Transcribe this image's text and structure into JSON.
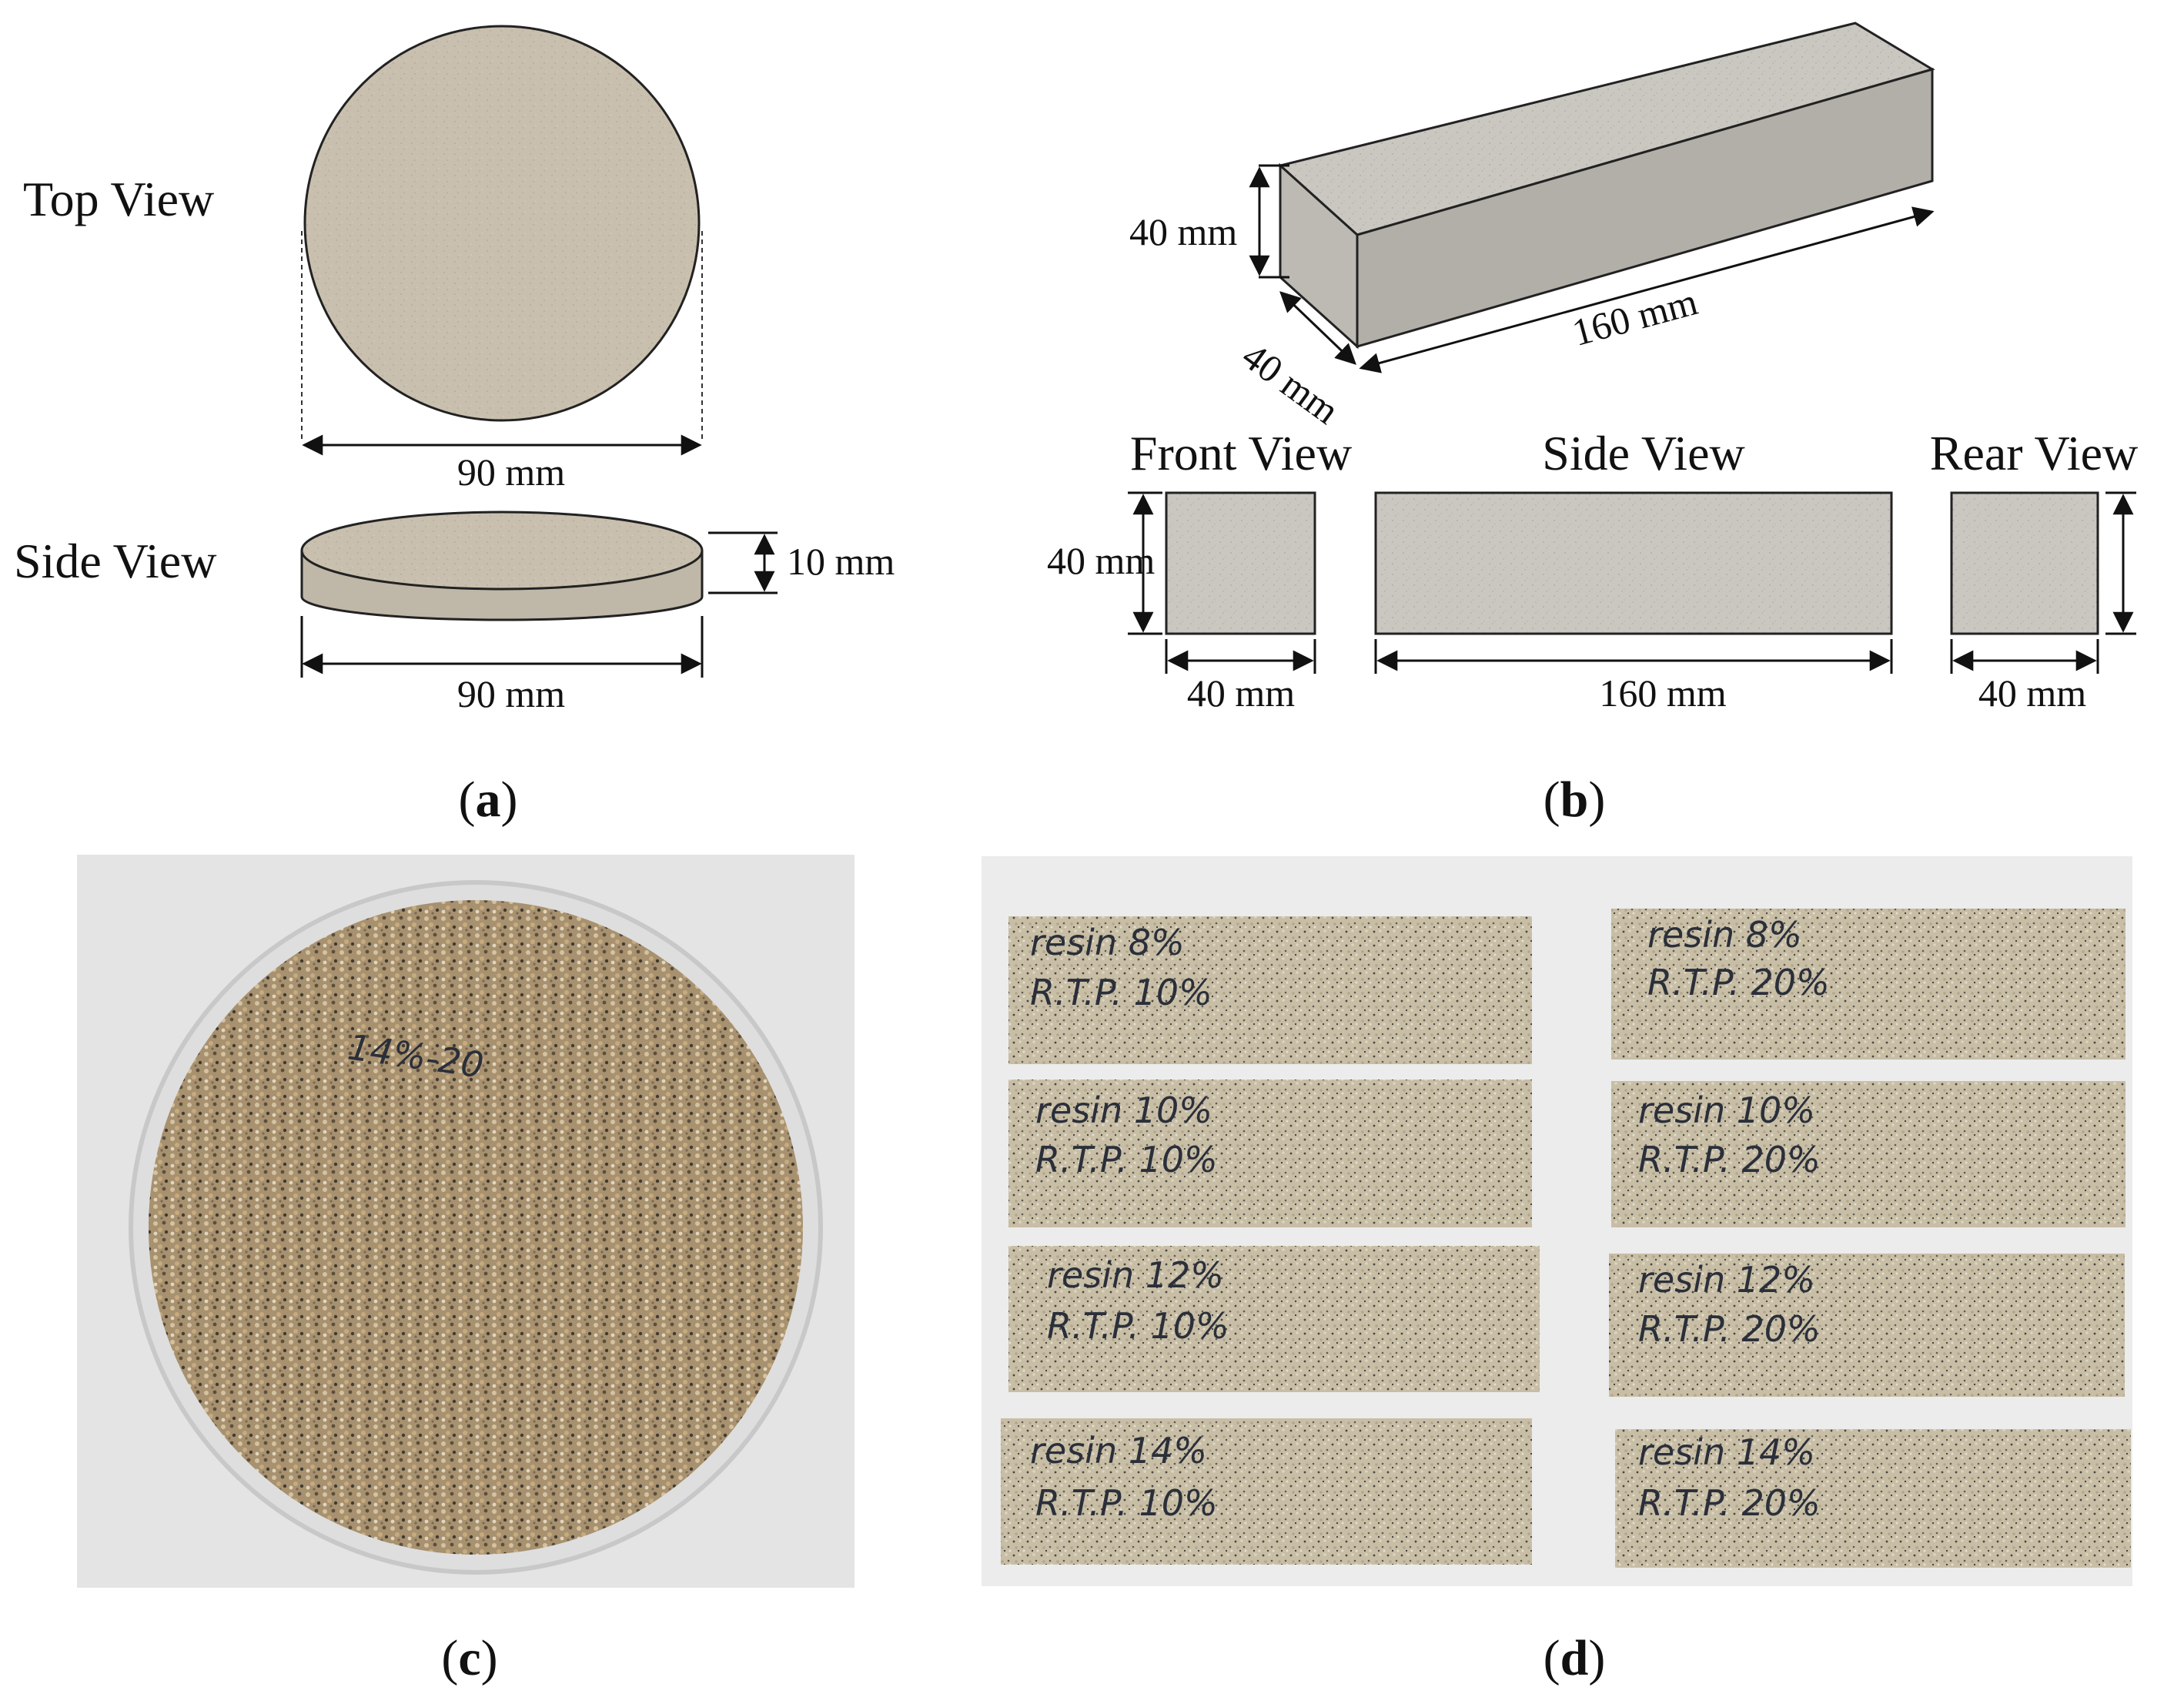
{
  "panel_a": {
    "top_view_label": "Top View",
    "side_view_label": "Side View",
    "diameter_top": "90 mm",
    "diameter_side": "90 mm",
    "thickness": "10 mm",
    "caption_open": "(",
    "caption_letter": "a",
    "caption_close": ")"
  },
  "panel_b": {
    "height_3d": "40 mm",
    "width_3d": "40 mm",
    "length_3d": "160 mm",
    "front_view_label": "Front View",
    "side_view_label": "Side View",
    "rear_view_label": "Rear View",
    "front_height": "40 mm",
    "front_width": "40 mm",
    "side_length": "160 mm",
    "rear_width": "40 mm",
    "caption_open": "(",
    "caption_letter": "b",
    "caption_close": ")"
  },
  "panel_c": {
    "dish_label": "14%-20",
    "caption_open": "(",
    "caption_letter": "c",
    "caption_close": ")"
  },
  "panel_d": {
    "specimens": [
      {
        "resin": "resin 8%",
        "rtp": "R.T.P. 10%"
      },
      {
        "resin": "resin 8%",
        "rtp": "R.T.P. 20%"
      },
      {
        "resin": "resin 10%",
        "rtp": "R.T.P. 10%"
      },
      {
        "resin": "resin 10%",
        "rtp": "R.T.P. 20%"
      },
      {
        "resin": "resin 12%",
        "rtp": "R.T.P. 10%"
      },
      {
        "resin": "resin 12%",
        "rtp": "R.T.P. 20%"
      },
      {
        "resin": "resin 14%",
        "rtp": "R.T.P. 10%"
      },
      {
        "resin": "resin 14%",
        "rtp": "R.T.P. 20%"
      }
    ],
    "caption_open": "(",
    "caption_letter": "d",
    "caption_close": ")"
  },
  "colors": {
    "specimen_gray": "#c9c6c0",
    "specimen_tan": "#c4bba3",
    "sand": "#a89272",
    "photo_bg": "#e4e4e4",
    "photo_bg_d": "#ececec"
  }
}
